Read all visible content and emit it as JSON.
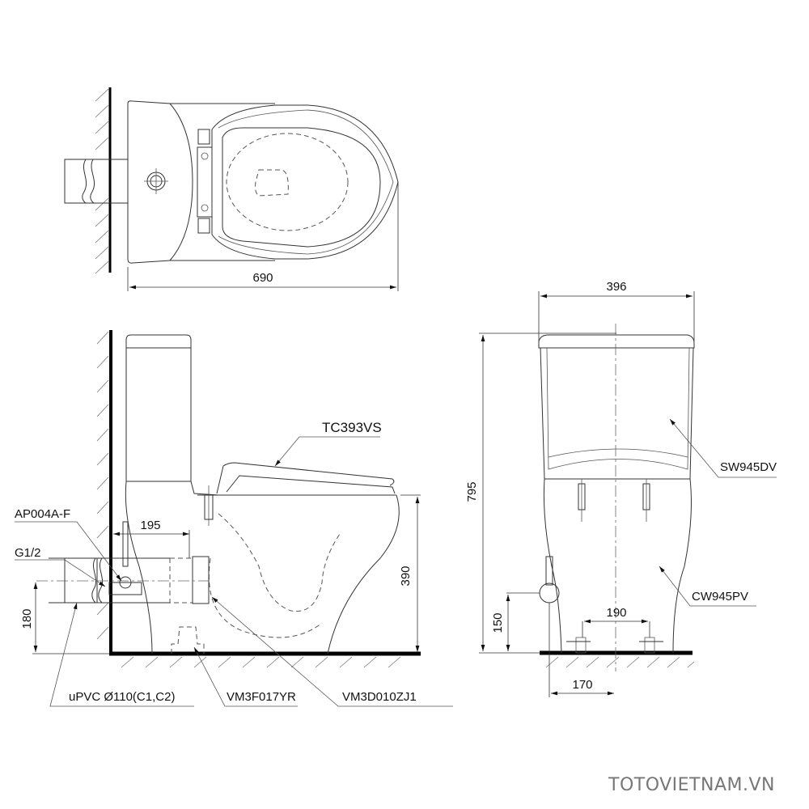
{
  "diagram": {
    "title": "TOTO two-piece toilet technical drawing",
    "views": [
      "top-view",
      "side-view",
      "front-view"
    ],
    "dimensions": {
      "top_length": "690",
      "front_width": "396",
      "total_height": "795",
      "rough_in": "195",
      "seat_height": "390",
      "drain_height": "180",
      "water_supply_height": "150",
      "bolt_spacing": "190",
      "supply_offset": "170"
    },
    "part_labels": {
      "seat": "TC393VS",
      "tank": "SW945DV",
      "bowl": "CW945PV",
      "angle_valve": "AP004A-F",
      "thread": "G1/2",
      "pipe": "uPVC Ø110(C1,C2)",
      "floor_fixing": "VM3F017YR",
      "connector": "VM3D010ZJ1"
    }
  },
  "watermark": "TOTOVIETNAM.VN"
}
